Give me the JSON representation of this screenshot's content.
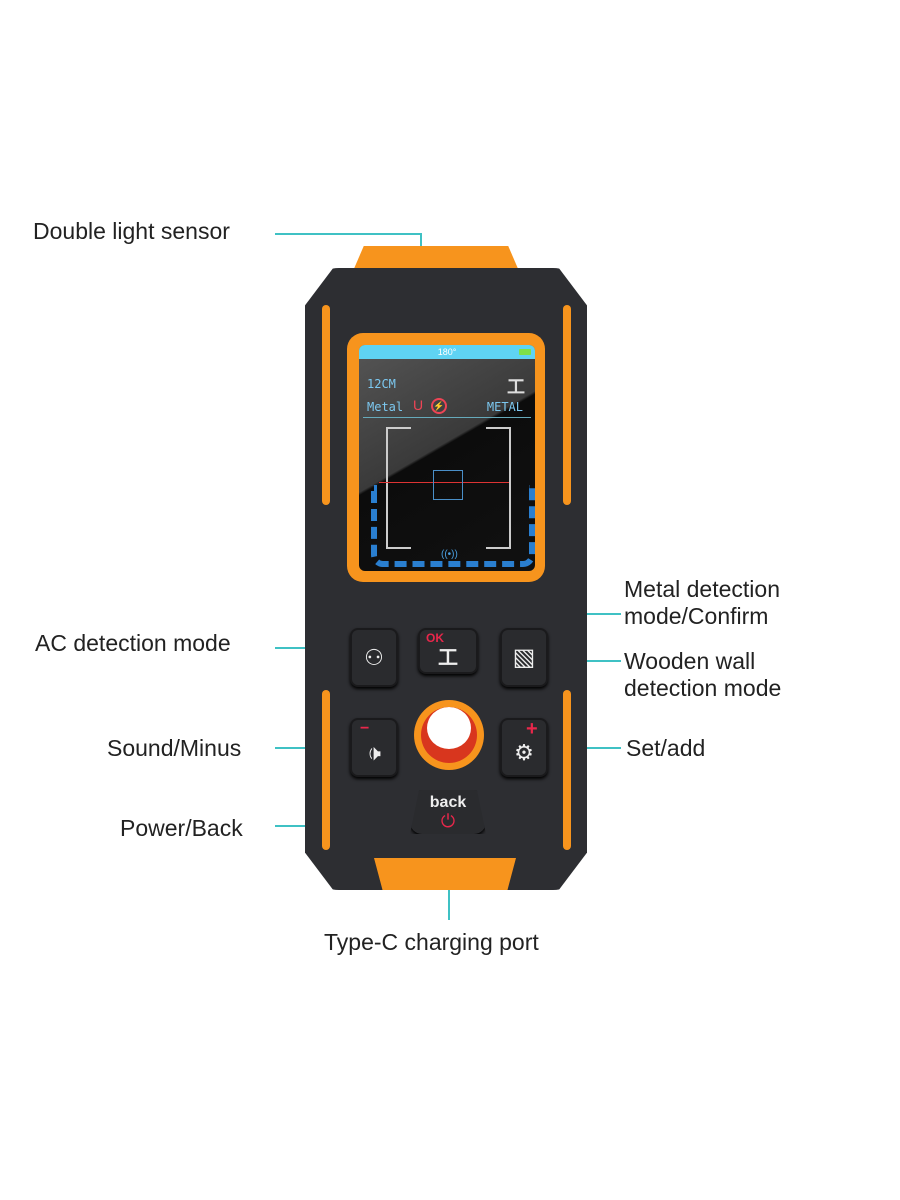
{
  "labels": {
    "light_sensor": "Double light sensor",
    "metal_mode": "Metal detection\nmode/Confirm",
    "ac_mode": "AC detection mode",
    "wood_mode": "Wooden wall\ndetection mode",
    "sound": "Sound/Minus",
    "set": "Set/add",
    "power": "Power/Back",
    "typec": "Type-C charging port"
  },
  "screen": {
    "angle": "180°",
    "depth": "12CM",
    "mode_left": "Metal",
    "mode_right": "METAL"
  },
  "buttons": {
    "ok": "OK",
    "back": "back",
    "minus": "−",
    "plus": "+"
  },
  "colors": {
    "accent": "#f7941d",
    "callout": "#3fc1c4",
    "body": "#2d2e32"
  }
}
